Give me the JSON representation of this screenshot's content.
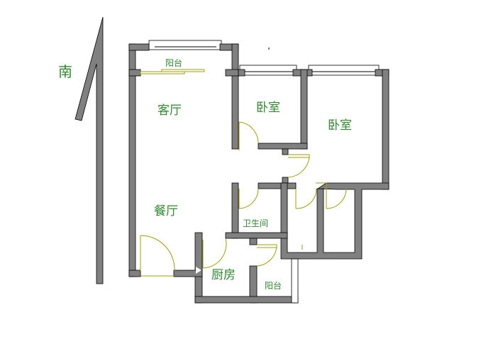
{
  "compass": {
    "label": "南"
  },
  "rooms": {
    "balcony_top": "阳台",
    "living_room": "客厅",
    "bedroom_1": "卧室",
    "bedroom_2": "卧室",
    "dining_room": "餐厅",
    "bathroom": "卫生间",
    "kitchen": "厨房",
    "balcony_bottom": "阳台"
  },
  "colors": {
    "wall": "#808080",
    "label": "#2e8b2e",
    "door": "#a0a000"
  }
}
